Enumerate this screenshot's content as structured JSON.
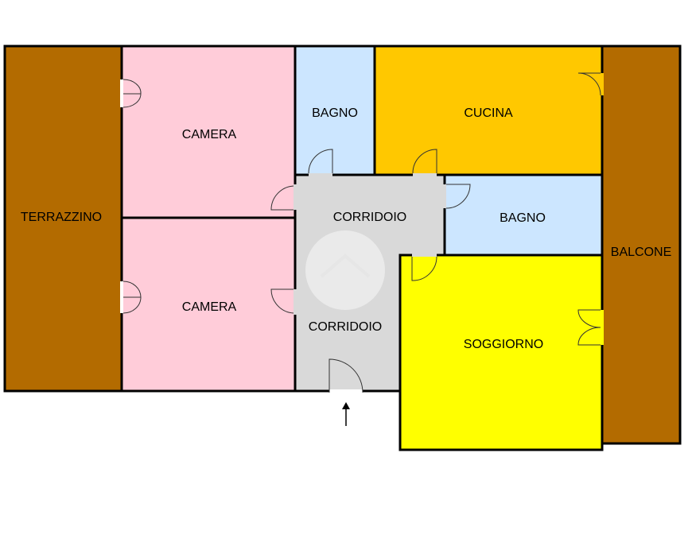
{
  "rooms": {
    "terrazzino": "TERRAZZINO",
    "camera_top": "CAMERA",
    "camera_bottom": "CAMERA",
    "bagno_top": "BAGNO",
    "cucina": "CUCINA",
    "corridoio_top": "CORRIDOIO",
    "bagno_right": "BAGNO",
    "corridoio_bottom": "CORRIDOIO",
    "soggiorno": "SOGGIORNO",
    "balcone": "BALCONE"
  },
  "colors": {
    "terrace": "#b36b00",
    "camera": "#ffccd9",
    "bagno": "#cce6ff",
    "cucina": "#ffc800",
    "corridoio": "#d9d9d9",
    "soggiorno": "#ffff00"
  },
  "entrance_icon": "up-arrow-icon"
}
